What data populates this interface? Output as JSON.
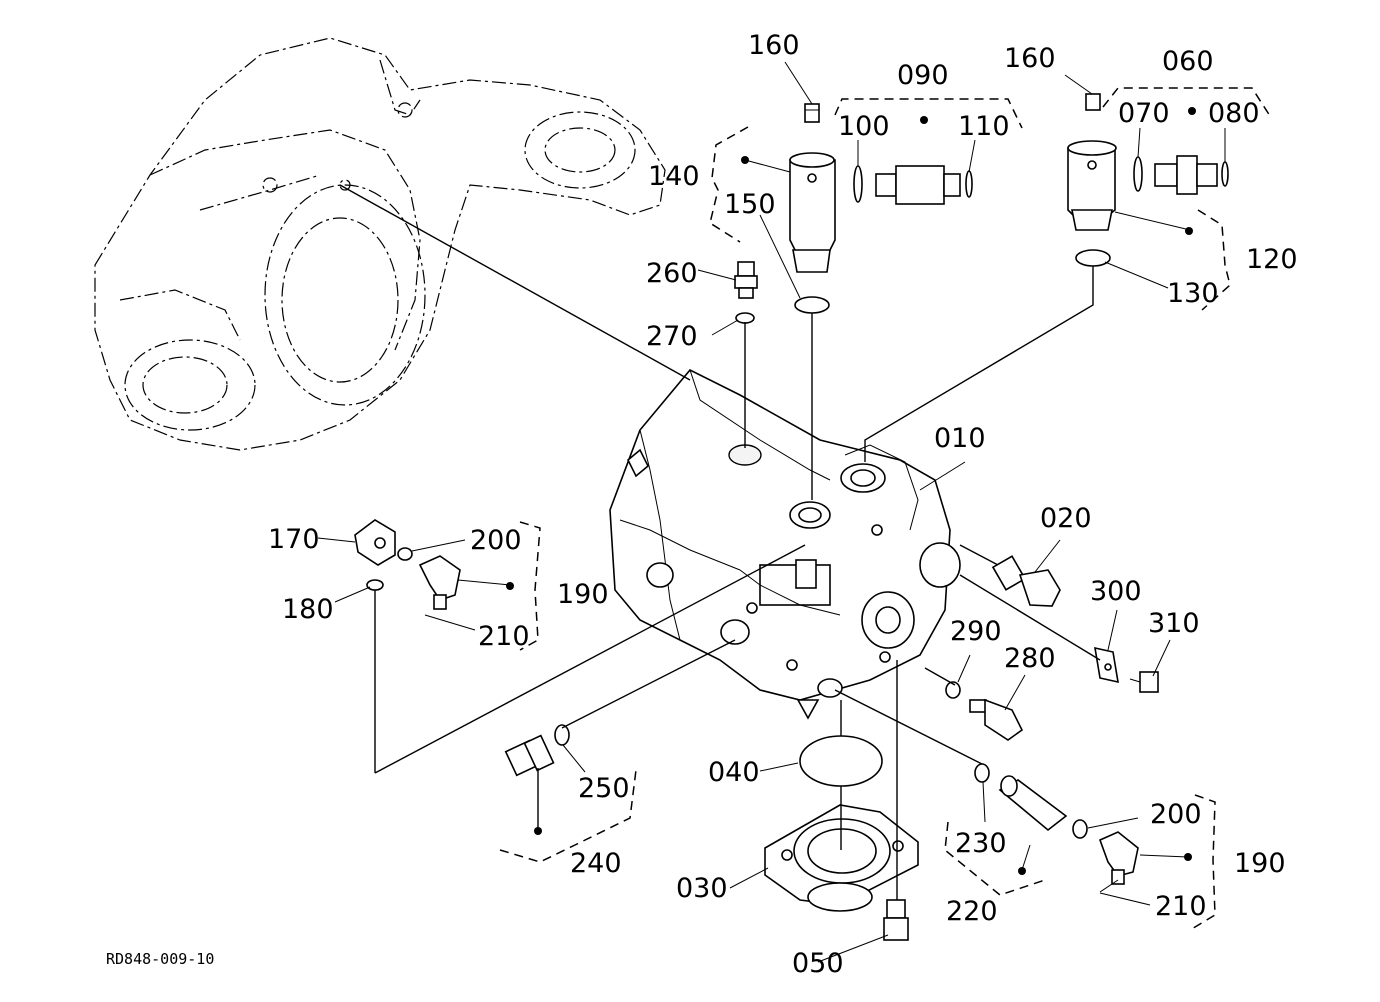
{
  "figure": {
    "reference_code": "RD848-009-10"
  },
  "callouts": {
    "p010": "010",
    "p020": "020",
    "p030": "030",
    "p040": "040",
    "p050": "050",
    "p060": "060",
    "p070": "070",
    "p080": "080",
    "p090": "090",
    "p100": "100",
    "p110": "110",
    "p120": "120",
    "p130": "130",
    "p140": "140",
    "p150": "150",
    "p160a": "160",
    "p160b": "160",
    "p170": "170",
    "p180": "180",
    "p190a": "190",
    "p190b": "190",
    "p200a": "200",
    "p200b": "200",
    "p210a": "210",
    "p210b": "210",
    "p220": "220",
    "p230": "230",
    "p240": "240",
    "p250": "250",
    "p260": "260",
    "p270": "270",
    "p280": "280",
    "p290": "290",
    "p300": "300",
    "p310": "310"
  }
}
